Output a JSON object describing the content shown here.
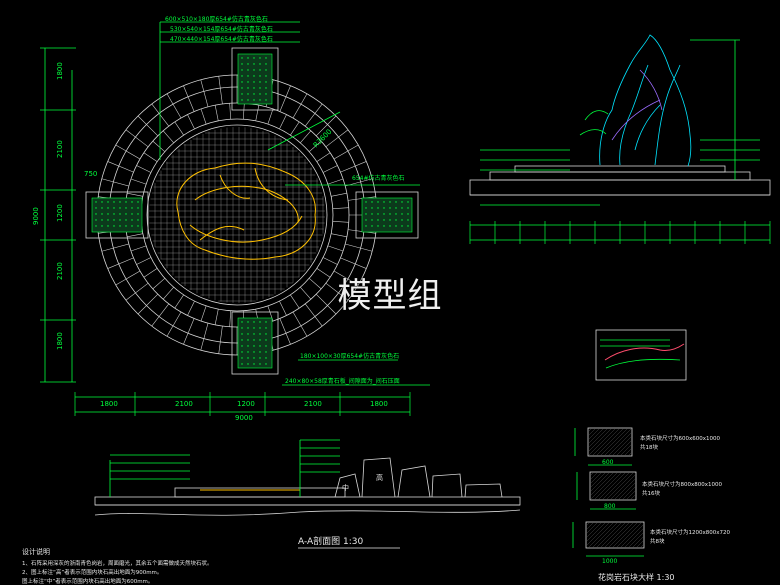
{
  "watermark": "模型组",
  "plan": {
    "dims_vertical": [
      "1800",
      "2100",
      "1200",
      "2100",
      "1800"
    ],
    "dim_total_vertical": "9000",
    "dims_horizontal": [
      "1800",
      "2100",
      "1200",
      "2100",
      "1800"
    ],
    "dim_total_horizontal": "9000",
    "dim_left_750": "750",
    "dim_radius": "R3600",
    "note_top_1": "600×510×180厚654#仿古青灰色石",
    "note_top_2": "530×540×154厚654#仿古青灰色石",
    "note_top_3": "470×440×154厚654#仿古青灰色石",
    "note_right": "654#仿古青灰色石",
    "note_bottom_1": "180×100×30厚654#仿古青灰色石",
    "note_bottom_2": "240×80×58厚青石板_间隙面为_间石压面"
  },
  "section_aa": {
    "title": "A-A剖面图  1:30",
    "labels": [
      "中",
      "高"
    ]
  },
  "stone_detail": {
    "title": "花岗岩石块大样  1:30",
    "items": [
      {
        "text": "本类石块尺寸为600x600x1000",
        "count": "共18块",
        "dim": "600"
      },
      {
        "text": "本类石块尺寸为800x800x1000",
        "count": "共16块",
        "dim": "800"
      },
      {
        "text": "本类石块尺寸为1200x800x720",
        "count": "共8块",
        "dim": "1000"
      }
    ]
  },
  "notes": {
    "heading": "设计说明",
    "lines": [
      "1、石阵采用深灰的浙南青色岗岩，周面磨光，其余五个面需做成天然块石状。",
      "2、图上标注“高”者表示范围内块石高出地面为900mm。",
      "   图上标注“中”者表示范围内块石高出地面为600mm。"
    ]
  }
}
